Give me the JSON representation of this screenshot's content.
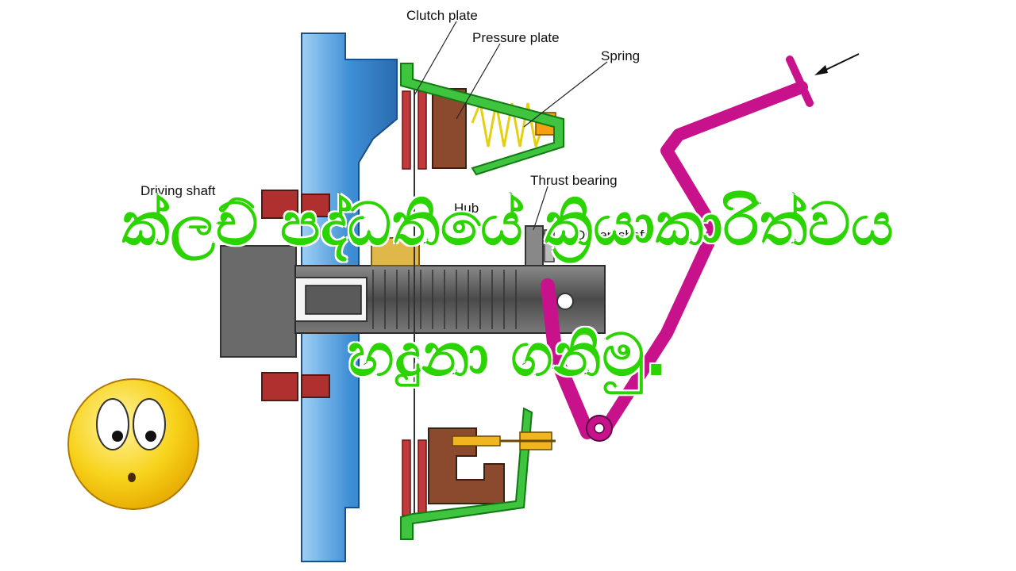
{
  "labels": {
    "clutch_plate": "Clutch plate",
    "pressure_plate": "Pressure plate",
    "spring": "Spring",
    "thrust_bearing": "Thrust bearing",
    "driving_shaft": "Driving shaft",
    "hub": "Hub",
    "driven_shaft": "Driven shaft"
  },
  "title": {
    "line1": "ක්ලච් පද්ධතියේ ක්‍රියාකාරිත්වය",
    "line2": "හදුනා ගනිමු."
  },
  "colors": {
    "flywheel": "#4a9fe0",
    "housing": "#2ea02e",
    "pedal": "#c8128c",
    "pressure_plate": "#8b4a2e",
    "clutch_plate": "#c0393b",
    "spring": "#f4e11a",
    "shaft": "#5f5f5f",
    "title_fill": "#2bd400",
    "title_stroke": "#0a6e00",
    "emoji": "#f7d21a"
  },
  "icons": [
    "surprised-face-icon",
    "arrow-icon"
  ]
}
